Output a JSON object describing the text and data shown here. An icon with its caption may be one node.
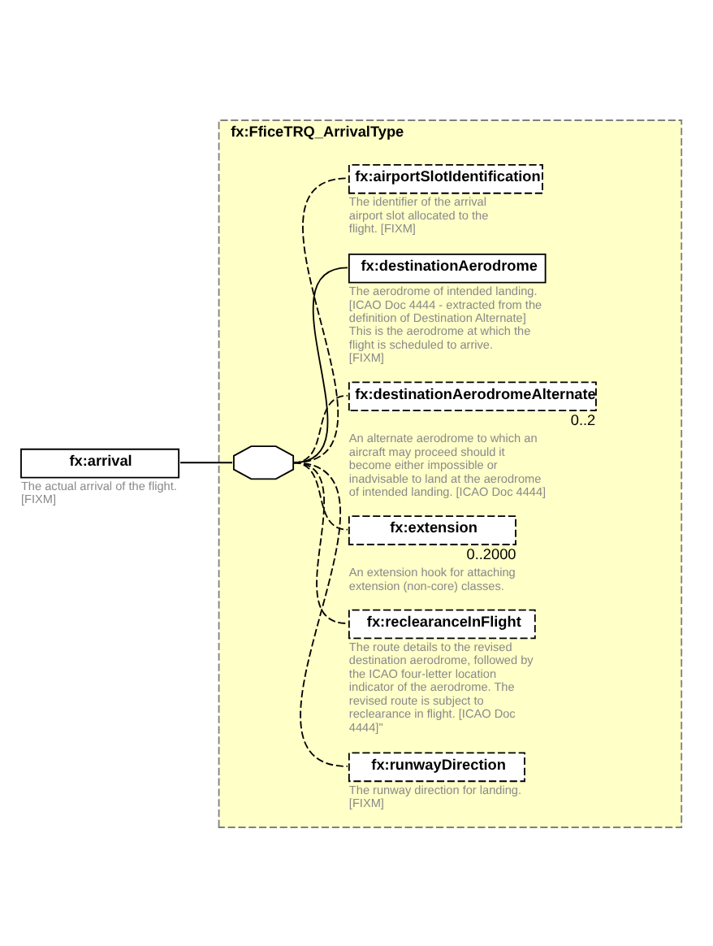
{
  "diagram": {
    "nodes": [
      {
        "text": [
          "fx:arrival"
        ],
        "beside": [
          "The actual arrival of the flight. [FIXM]"
        ]
      },
      {
        "text": [
          "fx:FficeTRQ_ArrivalType"
        ]
      },
      {
        "text": [],
        "shape": "octagon",
        "in": 1
      },
      {
        "text": [
          "fx:airportSlotIdentification"
        ],
        "beside": [
          "The identifier of the arrival airport slot allocated to the flight. [FIXM]"
        ],
        "in": 1
      },
      {
        "text": [
          "fx:destinationAerodrome"
        ],
        "beside": [
          "The aerodrome of intended landing. [ICAO Doc 4444 - extracted from the definition of Destination Alternate] This is the aerodrome at which the flight is scheduled to arrive. [FIXM]"
        ],
        "in": 1
      },
      {
        "text": [
          "fx:destinationAerodromeAlternate"
        ],
        "beside": [
          "0..2",
          "An alternate aerodrome to which an aircraft may proceed should it become either impossible or inadvisable to land at the aerodrome of intended landing. [ICAO Doc 4444]"
        ],
        "in": 1
      },
      {
        "text": [
          "fx:extension"
        ],
        "beside": [
          "0..2000",
          "An extension hook for attaching extension (non-core) classes."
        ],
        "in": 1
      },
      {
        "text": [
          "fx:reclearanceInFlight"
        ],
        "beside": [
          "The route details to the revised destination aerodrome, followed by the ICAO four-letter location indicator of the aerodrome. The revised route is subject to reclearance in flight. [ICAO Doc 4444]\""
        ],
        "in": 1
      },
      {
        "text": [
          "fx:runwayDirection"
        ],
        "beside": [
          "The runway direction for landing. [FIXM]"
        ],
        "in": 1
      }
    ],
    "edges": [
      {
        "from": 0,
        "to": 2,
        "arrow": "none"
      },
      {
        "from": 2,
        "to": 3,
        "arrow": "none",
        "style": "dashed"
      },
      {
        "from": 2,
        "to": 4,
        "arrow": "none"
      },
      {
        "from": 2,
        "to": 5,
        "arrow": "none",
        "style": "dashed"
      },
      {
        "from": 2,
        "to": 6,
        "arrow": "none",
        "style": "dashed"
      },
      {
        "from": 2,
        "to": 7,
        "arrow": "none",
        "style": "dashed"
      },
      {
        "from": 2,
        "to": 8,
        "arrow": "none",
        "style": "dashed"
      }
    ]
  }
}
